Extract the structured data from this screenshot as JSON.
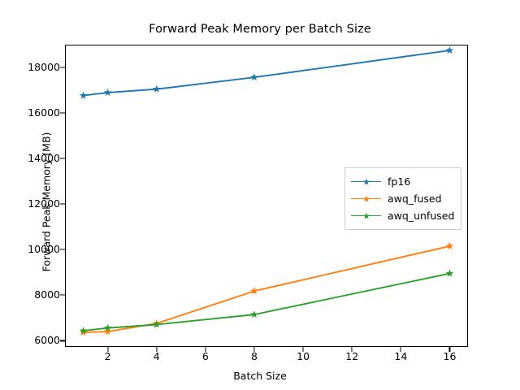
{
  "chart_data": {
    "type": "line",
    "title": "Forward Peak Memory per Batch Size",
    "xlabel": "Batch Size",
    "ylabel": "Forward Peak Memory (MB)",
    "x": [
      1,
      2,
      4,
      8,
      16
    ],
    "xlim": [
      0.25,
      16.75
    ],
    "ylim": [
      5730,
      18980
    ],
    "xticks": [
      2,
      4,
      6,
      8,
      10,
      12,
      14,
      16
    ],
    "xtick_labels": [
      "2",
      "4",
      "6",
      "8",
      "10",
      "12",
      "14",
      "16"
    ],
    "yticks": [
      6000,
      8000,
      10000,
      12000,
      14000,
      16000,
      18000
    ],
    "ytick_labels": [
      "6000",
      "8000",
      "10000",
      "12000",
      "14000",
      "16000",
      "18000"
    ],
    "grid": false,
    "legend_position": "center right",
    "marker": "star",
    "series": [
      {
        "name": "fp16",
        "color": "#1f77b4",
        "values": [
          16750,
          16880,
          17030,
          17550,
          18730
        ]
      },
      {
        "name": "awq_fused",
        "color": "#ff7f0e",
        "values": [
          6370,
          6400,
          6760,
          8180,
          10150
        ]
      },
      {
        "name": "awq_unfused",
        "color": "#2ca02c",
        "values": [
          6440,
          6560,
          6710,
          7150,
          8950
        ]
      }
    ]
  },
  "legend": {
    "items": [
      {
        "label": "fp16",
        "color": "#1f77b4"
      },
      {
        "label": "awq_fused",
        "color": "#ff7f0e"
      },
      {
        "label": "awq_unfused",
        "color": "#2ca02c"
      }
    ]
  }
}
